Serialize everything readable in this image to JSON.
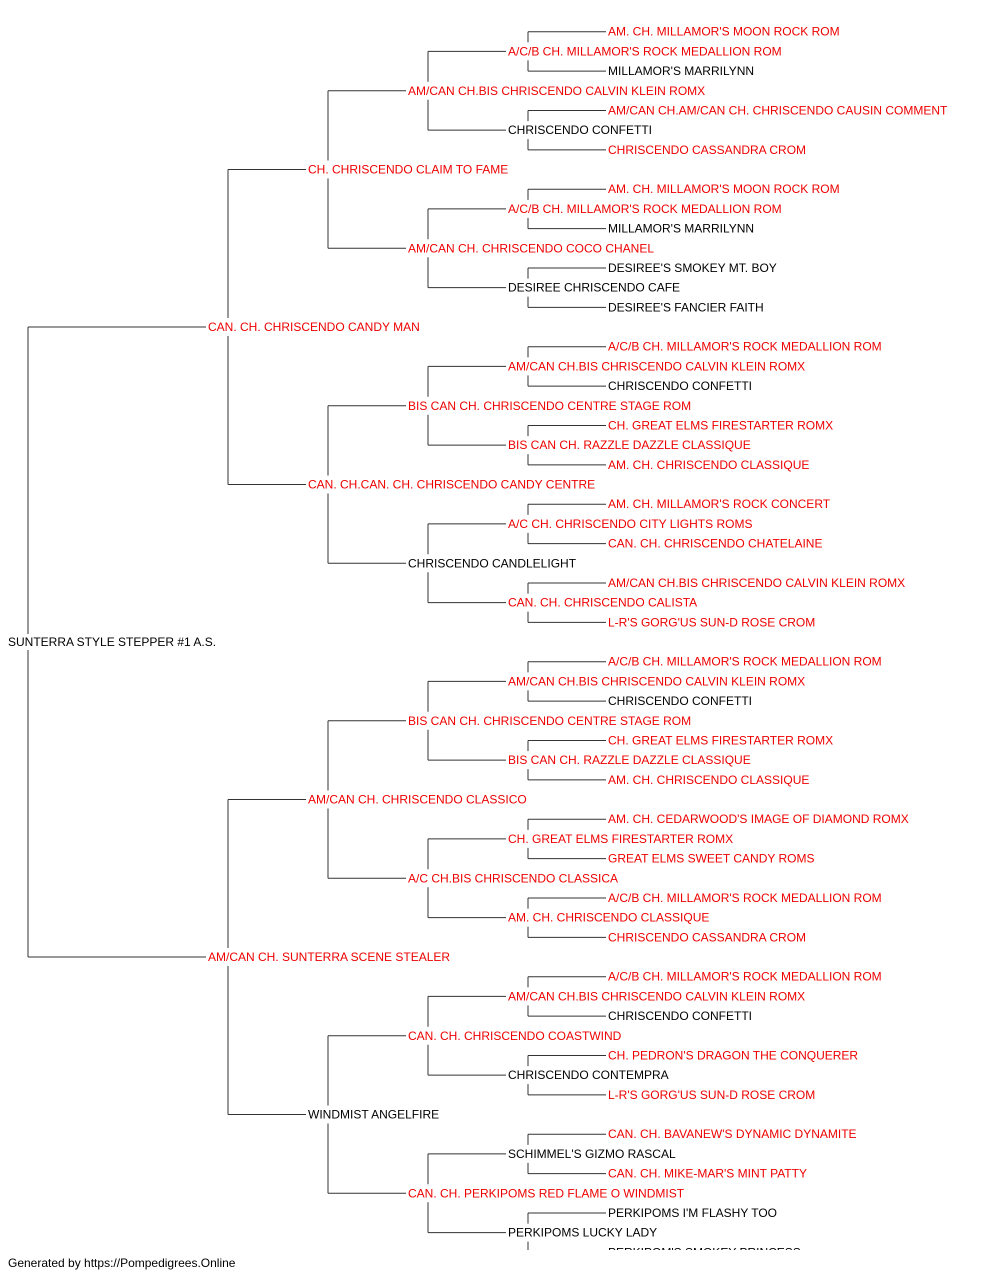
{
  "pedigree": {
    "subject": {
      "name": "SUNTERRA STYLE STEPPER #1 A.S.",
      "champion": false
    },
    "sire": {
      "name": "CAN. CH. CHRISCENDO CANDY MAN",
      "champion": true,
      "sire": {
        "name": "CH. CHRISCENDO CLAIM TO FAME",
        "champion": true,
        "sire": {
          "name": "AM/CAN CH.BIS CHRISCENDO CALVIN KLEIN ROMX",
          "champion": true,
          "sire": {
            "name": "A/C/B CH. MILLAMOR'S ROCK MEDALLION ROM",
            "champion": true,
            "sire": {
              "name": "AM. CH. MILLAMOR'S MOON ROCK ROM",
              "champion": true
            },
            "dam": {
              "name": "MILLAMOR'S MARRILYNN",
              "champion": false
            }
          },
          "dam": {
            "name": "CHRISCENDO CONFETTI",
            "champion": false,
            "sire": {
              "name": "AM/CAN CH.AM/CAN CH. CHRISCENDO CAUSIN COMMENT",
              "champion": true
            },
            "dam": {
              "name": "CHRISCENDO CASSANDRA CROM",
              "champion": true
            }
          }
        },
        "dam": {
          "name": "AM/CAN CH. CHRISCENDO COCO CHANEL",
          "champion": true,
          "sire": {
            "name": "A/C/B CH. MILLAMOR'S ROCK MEDALLION ROM",
            "champion": true,
            "sire": {
              "name": "AM. CH. MILLAMOR'S MOON ROCK ROM",
              "champion": true
            },
            "dam": {
              "name": "MILLAMOR'S MARRILYNN",
              "champion": false
            }
          },
          "dam": {
            "name": "DESIREE CHRISCENDO CAFE",
            "champion": false,
            "sire": {
              "name": "DESIREE'S SMOKEY MT. BOY",
              "champion": false
            },
            "dam": {
              "name": "DESIREE'S FANCIER FAITH",
              "champion": false
            }
          }
        }
      },
      "dam": {
        "name": "CAN. CH.CAN. CH. CHRISCENDO CANDY CENTRE",
        "champion": true,
        "sire": {
          "name": "BIS CAN CH. CHRISCENDO CENTRE STAGE ROM",
          "champion": true,
          "sire": {
            "name": "AM/CAN CH.BIS CHRISCENDO CALVIN KLEIN ROMX",
            "champion": true,
            "sire": {
              "name": "A/C/B CH. MILLAMOR'S ROCK MEDALLION ROM",
              "champion": true
            },
            "dam": {
              "name": "CHRISCENDO CONFETTI",
              "champion": false
            }
          },
          "dam": {
            "name": "BIS CAN CH. RAZZLE DAZZLE CLASSIQUE",
            "champion": true,
            "sire": {
              "name": "CH. GREAT ELMS FIRESTARTER ROMX",
              "champion": true
            },
            "dam": {
              "name": "AM. CH. CHRISCENDO CLASSIQUE",
              "champion": true
            }
          }
        },
        "dam": {
          "name": "CHRISCENDO CANDLELIGHT",
          "champion": false,
          "sire": {
            "name": "A/C CH. CHRISCENDO CITY LIGHTS ROMS",
            "champion": true,
            "sire": {
              "name": "AM. CH. MILLAMOR'S ROCK CONCERT",
              "champion": true
            },
            "dam": {
              "name": "CAN. CH. CHRISCENDO CHATELAINE",
              "champion": true
            }
          },
          "dam": {
            "name": "CAN. CH. CHRISCENDO CALISTA",
            "champion": true,
            "sire": {
              "name": "AM/CAN CH.BIS CHRISCENDO CALVIN KLEIN ROMX",
              "champion": true
            },
            "dam": {
              "name": "L-R'S GORG'US SUN-D ROSE CROM",
              "champion": true
            }
          }
        }
      }
    },
    "dam": {
      "name": "AM/CAN CH. SUNTERRA SCENE STEALER",
      "champion": true,
      "sire": {
        "name": "AM/CAN CH. CHRISCENDO CLASSICO",
        "champion": true,
        "sire": {
          "name": "BIS CAN CH. CHRISCENDO CENTRE STAGE ROM",
          "champion": true,
          "sire": {
            "name": "AM/CAN CH.BIS CHRISCENDO CALVIN KLEIN ROMX",
            "champion": true,
            "sire": {
              "name": "A/C/B CH. MILLAMOR'S ROCK MEDALLION ROM",
              "champion": true
            },
            "dam": {
              "name": "CHRISCENDO CONFETTI",
              "champion": false
            }
          },
          "dam": {
            "name": "BIS CAN CH. RAZZLE DAZZLE CLASSIQUE",
            "champion": true,
            "sire": {
              "name": "CH. GREAT ELMS FIRESTARTER ROMX",
              "champion": true
            },
            "dam": {
              "name": "AM. CH. CHRISCENDO CLASSIQUE",
              "champion": true
            }
          }
        },
        "dam": {
          "name": "A/C CH.BIS CHRISCENDO CLASSICA",
          "champion": true,
          "sire": {
            "name": "CH. GREAT ELMS FIRESTARTER ROMX",
            "champion": true,
            "sire": {
              "name": "AM. CH. CEDARWOOD'S IMAGE OF DIAMOND ROMX",
              "champion": true
            },
            "dam": {
              "name": "GREAT ELMS SWEET CANDY ROMS",
              "champion": true
            }
          },
          "dam": {
            "name": "AM. CH. CHRISCENDO CLASSIQUE",
            "champion": true,
            "sire": {
              "name": "A/C/B CH. MILLAMOR'S ROCK MEDALLION ROM",
              "champion": true
            },
            "dam": {
              "name": "CHRISCENDO CASSANDRA CROM",
              "champion": true
            }
          }
        }
      },
      "dam": {
        "name": "WINDMIST ANGELFIRE",
        "champion": false,
        "sire": {
          "name": "CAN. CH. CHRISCENDO COASTWIND",
          "champion": true,
          "sire": {
            "name": "AM/CAN CH.BIS CHRISCENDO CALVIN KLEIN ROMX",
            "champion": true,
            "sire": {
              "name": "A/C/B CH. MILLAMOR'S ROCK MEDALLION ROM",
              "champion": true
            },
            "dam": {
              "name": "CHRISCENDO CONFETTI",
              "champion": false
            }
          },
          "dam": {
            "name": "CHRISCENDO CONTEMPRA",
            "champion": false,
            "sire": {
              "name": "CH. PEDRON'S DRAGON THE CONQUERER",
              "champion": true
            },
            "dam": {
              "name": "L-R'S GORG'US SUN-D ROSE CROM",
              "champion": true
            }
          }
        },
        "dam": {
          "name": "CAN. CH. PERKIPOMS RED FLAME O WINDMIST",
          "champion": true,
          "sire": {
            "name": "SCHIMMEL'S GIZMO RASCAL",
            "champion": false,
            "sire": {
              "name": "CAN. CH. BAVANEW'S DYNAMIC DYNAMITE",
              "champion": true
            },
            "dam": {
              "name": "CAN. CH. MIKE-MAR'S MINT PATTY",
              "champion": true
            }
          },
          "dam": {
            "name": "PERKIPOMS LUCKY LADY",
            "champion": false,
            "sire": {
              "name": "PERKIPOMS I'M FLASHY TOO",
              "champion": false
            },
            "dam": {
              "name": "PERKIPOM'S SMOKEY PRINCESS",
              "champion": false
            }
          }
        }
      }
    }
  },
  "colors": {
    "champion": "#ee0000",
    "regular": "#000000",
    "line": "#333333"
  },
  "footer": {
    "text": "Generated by https://Pompedigrees.Online"
  }
}
